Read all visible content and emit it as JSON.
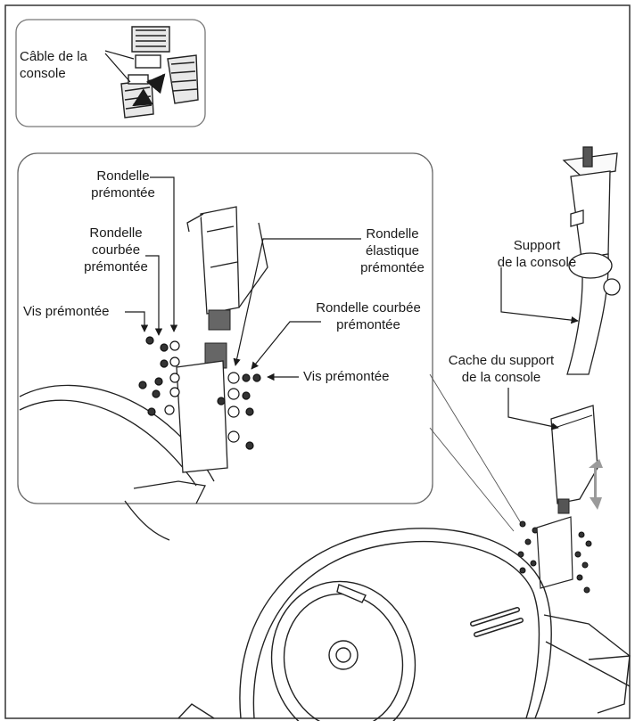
{
  "labels": {
    "console_cable": [
      "Câble de la",
      "console"
    ],
    "pre_washer": [
      "Rondelle",
      "prémontée"
    ],
    "curved_washer": [
      "Rondelle",
      "courbée",
      "prémontée"
    ],
    "pre_screw_left": "Vis prémontée",
    "spring_washer": [
      "Rondelle",
      "élastique",
      "prémontée"
    ],
    "curved_washer_2": [
      "Rondelle courbée",
      "prémontée"
    ],
    "pre_screw_right": "Vis prémontée",
    "console_support": [
      "Support",
      "de la console"
    ],
    "support_cover": [
      "Cache du support",
      "de la console"
    ]
  },
  "colors": {
    "line": "#1a1a1a",
    "frame": "#333333",
    "panel_stroke": "#555555",
    "arrow_grey": "#9a9a9a"
  }
}
